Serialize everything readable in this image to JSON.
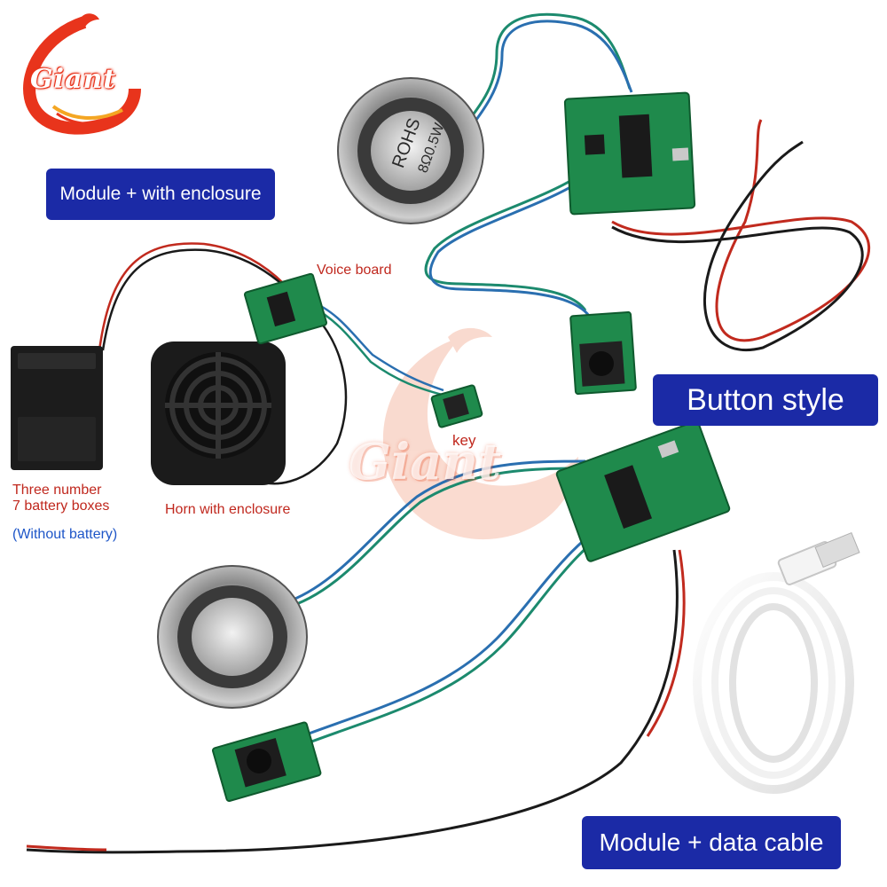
{
  "brand": {
    "logo_text": "Giant",
    "watermark_text": "Giant"
  },
  "badges": {
    "module_enclosure": "Module + with enclosure",
    "button_style": "Button style",
    "module_data_cable": "Module + data cable"
  },
  "labels": {
    "voice_board": "Voice board",
    "key": "key",
    "battery_line1": "Three number",
    "battery_line2": "7 battery boxes",
    "without_battery": "(Without battery)",
    "horn_enclosure": "Horn with enclosure"
  },
  "speaker_marking": {
    "rohs": "ROHS",
    "rating": "8Ω0.5W"
  },
  "colors": {
    "badge_bg": "#1b2aa6",
    "label_red": "#c0281e",
    "label_blue": "#1e56c8",
    "pcb_green": "#1f8a4c",
    "logo_orange": "#e8341c"
  }
}
